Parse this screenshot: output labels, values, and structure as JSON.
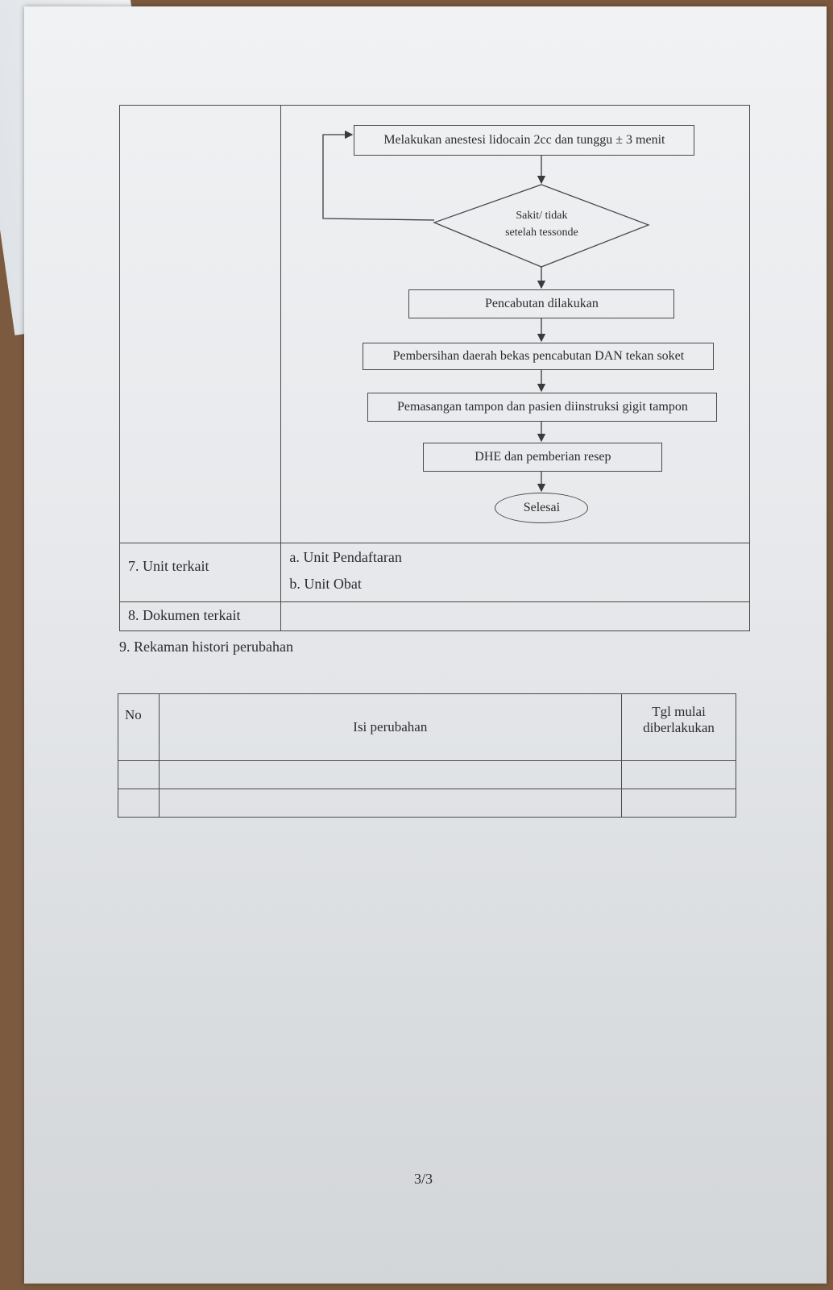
{
  "flowchart": {
    "anesthesia_step": "Melakukan anestesi lidocain 2cc dan tunggu ± 3 menit",
    "decision_line1": "Sakit/ tidak",
    "decision_line2": "setelah tessonde",
    "extraction_step": "Pencabutan dilakukan",
    "cleaning_step": "Pembersihan daerah bekas pencabutan DAN tekan soket",
    "tampon_step": "Pemasangan tampon dan pasien diinstruksi gigit tampon",
    "dhe_step": "DHE dan pemberian resep",
    "end_label": "Selesai"
  },
  "sections": {
    "unit_label": "7. Unit terkait",
    "units": [
      "a.  Unit Pendaftaran",
      "b.  Unit Obat"
    ],
    "document_label": "8. Dokumen  terkait"
  },
  "history": {
    "title": "9. Rekaman histori perubahan",
    "col_no": "No",
    "col_change": "Isi perubahan",
    "col_date_line1": "Tgl mulai",
    "col_date_line2": "diberlakukan"
  },
  "page_number": "3/3"
}
